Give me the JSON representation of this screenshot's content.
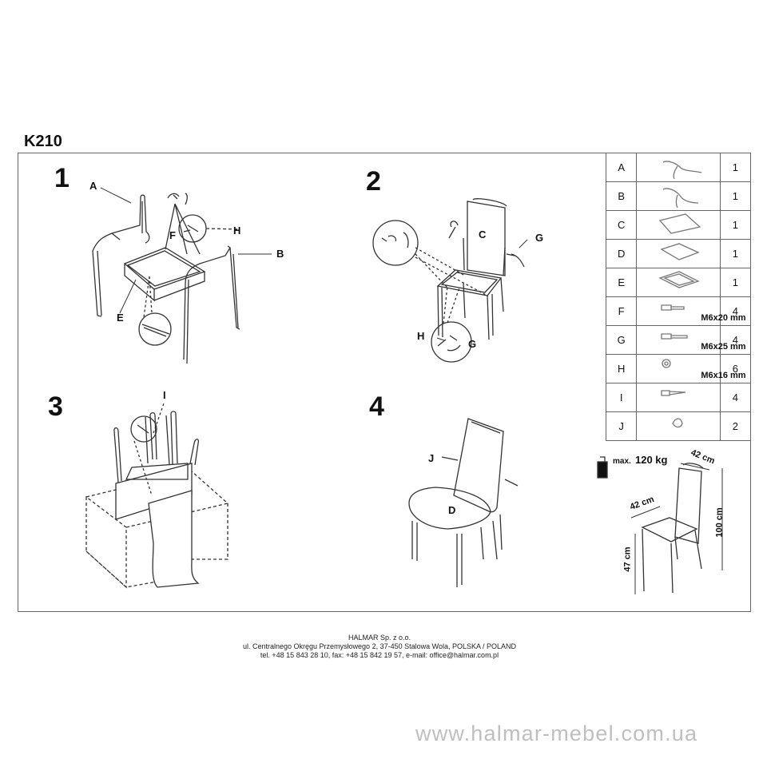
{
  "model": "K210",
  "steps": [
    "1",
    "2",
    "3",
    "4"
  ],
  "callouts": {
    "step1": [
      "A",
      "B",
      "E",
      "F",
      "H"
    ],
    "step2": [
      "C",
      "G",
      "H",
      "G"
    ],
    "step3": [
      "I"
    ],
    "step4": [
      "J",
      "D"
    ]
  },
  "parts": [
    {
      "letter": "A",
      "qty": "1",
      "dim": ""
    },
    {
      "letter": "B",
      "qty": "1",
      "dim": ""
    },
    {
      "letter": "C",
      "qty": "1",
      "dim": ""
    },
    {
      "letter": "D",
      "qty": "1",
      "dim": ""
    },
    {
      "letter": "E",
      "qty": "1",
      "dim": ""
    },
    {
      "letter": "F",
      "qty": "4",
      "dim": "M6x20 mm"
    },
    {
      "letter": "G",
      "qty": "4",
      "dim": "M6x25 mm"
    },
    {
      "letter": "H",
      "qty": "6",
      "dim": "M6x16 mm"
    },
    {
      "letter": "I",
      "qty": "4",
      "dim": ""
    },
    {
      "letter": "J",
      "qty": "2",
      "dim": ""
    }
  ],
  "load": {
    "max": "max.",
    "value": "120 kg"
  },
  "dimensions": {
    "depth": "42 cm",
    "width": "42 cm",
    "height": "100 cm",
    "seat_height": "47 cm"
  },
  "footer": {
    "company": "HALMAR Sp. z o.o.",
    "address": "ul. Centralnego Okręgu Przemysłowego 2, 37-450 Stalowa Wola, POLSKA / POLAND",
    "contact": "tel. +48 15 843 28 10, fax: +48 15 842 19 57, e-mail: office@halmar.com.pl"
  },
  "website": "www.halmar-mebel.com.ua"
}
